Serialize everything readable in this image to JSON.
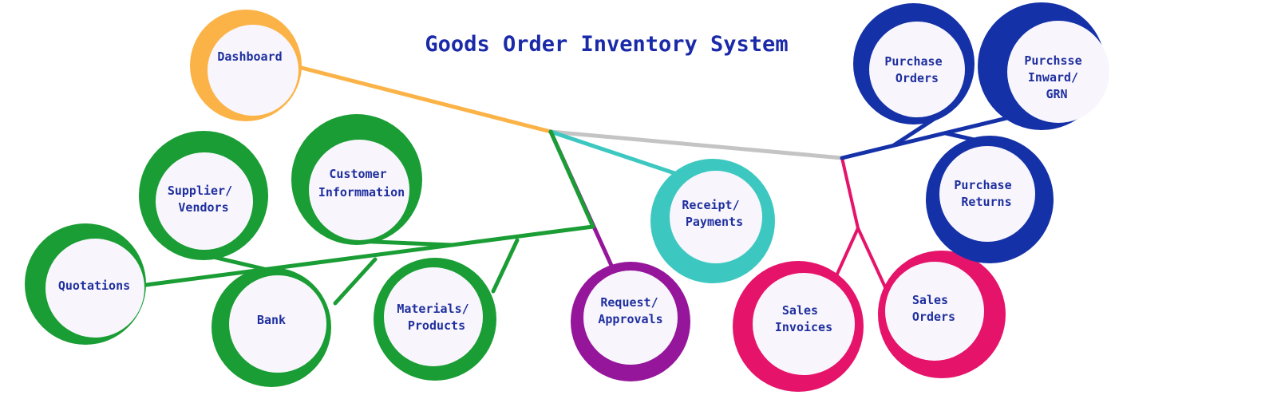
{
  "title": "Goods Order Inventory System",
  "colors": {
    "dashboard": "#fbb347",
    "masters": "#1a9d34",
    "receipts": "#3cc8c0",
    "approvals": "#95169a",
    "sales": "#e5146a",
    "purchase": "#1531a8",
    "trunk": "#c4c4c4",
    "node_fill": "#f8f6fc",
    "label": "#1f2f9e"
  },
  "nodes": {
    "dashboard": "Dashboard",
    "supplier_vendors": [
      "Supplier/",
      "Vendors"
    ],
    "customer_information": [
      "Customer",
      "Informmation"
    ],
    "quotations": "Quotations",
    "bank": "Bank",
    "materials_products": [
      "Materials/",
      "Products"
    ],
    "request_approvals": [
      "Request/",
      "Approvals"
    ],
    "receipt_payments": [
      "Receipt/",
      "Payments"
    ],
    "sales_invoices": [
      "Sales",
      "Invoices"
    ],
    "sales_orders": [
      "Sales",
      "Orders"
    ],
    "purchase_orders": [
      "Purchase",
      "Orders"
    ],
    "purchase_inward_grn": [
      "Purchsse",
      "Inward/",
      "GRN"
    ],
    "purchase_returns": [
      "Purchase",
      "Returns"
    ]
  }
}
